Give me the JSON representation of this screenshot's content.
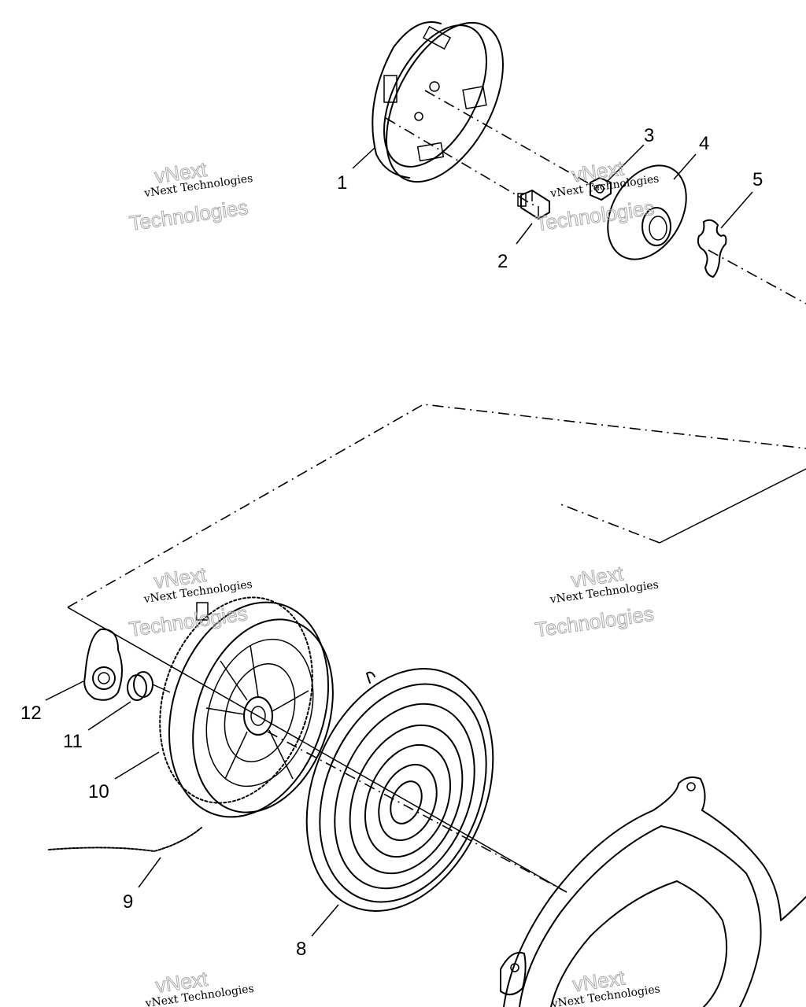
{
  "callouts": {
    "c1": "1",
    "c2": "2",
    "c3": "3",
    "c4": "4",
    "c5": "5",
    "c8": "8",
    "c9": "9",
    "c10": "10",
    "c11": "11",
    "c12": "12"
  },
  "watermark": {
    "line1": "vNext Technologies",
    "big_top": "vNext",
    "big_bottom": "Technologies"
  }
}
